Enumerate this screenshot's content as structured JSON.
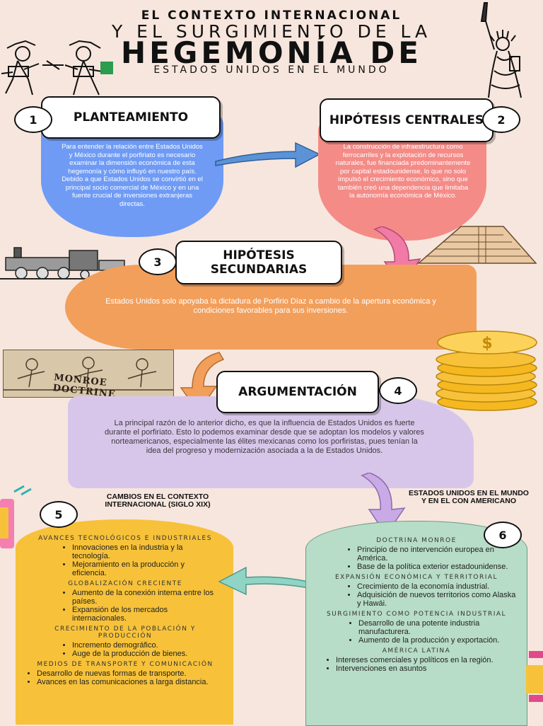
{
  "title": {
    "line1": "EL CONTEXTO INTERNACIONAL",
    "line2": "Y EL SURGIMIENTO DE LA",
    "line3": "HEGEMONÍA DE",
    "line4": "ESTADOS UNIDOS EN EL MUNDO"
  },
  "step1": {
    "num": "1",
    "label": "PLANTEAMIENTO",
    "text": "Para entender la relación entre Estados Unidos y México durante el porfiriato es necesario examinar la dimensión económica de esta hegemonía y cómo influyó en nuestro país. Debido a que Estados Unidos se convirtió en el principal socio comercial de México y en una fuente crucial de inversiones extranjeras directas."
  },
  "step2": {
    "num": "2",
    "label": "HIPÓTESIS CENTRALES",
    "text": "La construcción de infraestructura como ferrocarriles y la explotación de recursos naturales, fue financiada predominantemente por capital estadounidense, lo que no solo impulsó el crecimiento económico, sino que también creó una dependencia que limitaba la autonomía económica de México."
  },
  "step3": {
    "num": "3",
    "label": "HIPÓTESIS SECUNDARIAS",
    "text": "Estados Unidos solo apoyaba la dictadura de Porfirio Díaz a cambio de la apertura económica y condiciones favorables para sus inversiones."
  },
  "step4": {
    "num": "4",
    "label": "ARGUMENTACIÓN",
    "text": "La principal razón de lo anterior dicho, es que la influencia de Estados Unidos es fuerte durante el porfiriato. Esto lo podemos examinar desde que se adoptan los modelos y valores norteamericanos, especialmente las élites mexicanas como los porfiristas, pues tenían la idea del progreso y modernización asociada a la de Estados Unidos."
  },
  "step5": {
    "num": "5",
    "title": "CAMBIOS EN EL CONTEXTO INTERNACIONAL (SIGLO XIX)",
    "sections": [
      {
        "head": "AVANCES TECNOLÓGICOS E INDUSTRIALES",
        "items": [
          "Innovaciones en la industria y la tecnología.",
          "Mejoramiento en la producción y eficiencia."
        ]
      },
      {
        "head": "GLOBALIZACIÓN CRECIENTE",
        "items": [
          "Aumento de la conexión interna entre los países.",
          "Expansión de los mercados internacionales."
        ]
      },
      {
        "head": "CRECIMIENTO DE LA POBLACIÓN Y PRODUCCIÓN",
        "items": [
          "Incremento demográfico.",
          "Auge de la producción de bienes."
        ]
      },
      {
        "head": "MEDIOS DE TRANSPORTE Y COMUNICACIÓN",
        "items": [
          "Desarrollo de nuevas formas de transporte.",
          "Avances en las comunicaciones a larga distancia."
        ]
      }
    ]
  },
  "step6": {
    "num": "6",
    "title": "ESTADOS UNIDOS EN EL MUNDO Y EN EL CON AMERICANO",
    "sections": [
      {
        "head": "DOCTRINA MONROE",
        "items": [
          "Principio de no intervención europea en América.",
          "Base de la política exterior estadounidense."
        ]
      },
      {
        "head": "EXPANSIÓN ECONÓMICA Y TERRITORIAL",
        "items": [
          "Crecimiento de la economía industrial.",
          "Adquisición de nuevos territorios como Alaska y Hawái."
        ]
      },
      {
        "head": "SURGIMIENTO COMO POTENCIA INDUSTRIAL",
        "items": [
          "Desarrollo de una potente industria manufacturera.",
          "Aumento de la producción y exportación."
        ]
      },
      {
        "head": "AMÉRICA LATINA",
        "items": [
          "Intereses comerciales y políticos en la región.",
          "Intervenciones en asuntos"
        ]
      }
    ]
  },
  "images": {
    "monroe_caption": "MONROE DOCTRINE",
    "coin_symbol": "$"
  },
  "colors": {
    "background": "#f7e6dd",
    "blue": "#6f9bf5",
    "red": "#f48b87",
    "orange": "#f29f5c",
    "lavender": "#d8c6ea",
    "yellow": "#f7c23a",
    "mint": "#b7dcc7",
    "arrow_blue": "#5b93d6",
    "arrow_pink": "#f17aa7",
    "arrow_lavender": "#c9a9e6",
    "arrow_mint": "#8fd4c4"
  }
}
